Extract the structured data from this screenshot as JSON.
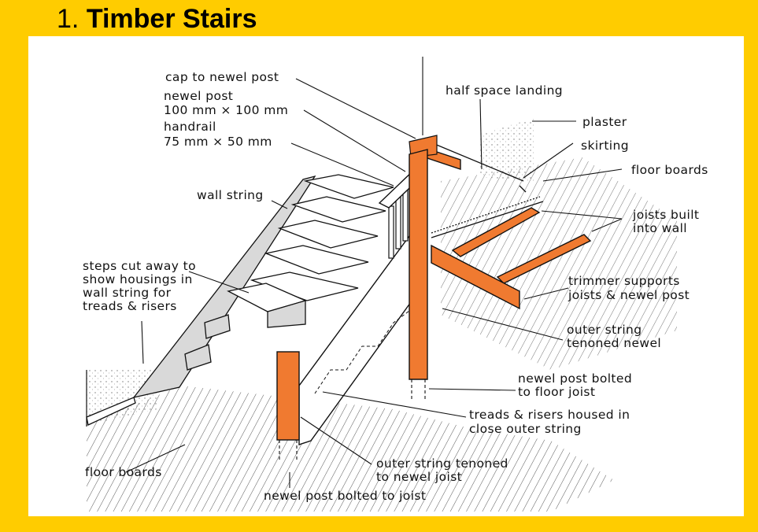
{
  "slide": {
    "number": "1.",
    "title": "Timber Stairs"
  },
  "labels": {
    "cap": "cap to newel post",
    "newel1": "newel post",
    "newel2": "100 mm × 100 mm",
    "handrail1": "handrail",
    "handrail2": "75 mm × 50 mm",
    "wall_string": "wall string",
    "steps1": "steps cut away to",
    "steps2": "show housings in",
    "steps3": "wall string for",
    "steps4": "treads & risers",
    "floor_left": "floor boards",
    "newel_joist": "newel post bolted to joist",
    "outer_tenon1": "outer string tenoned",
    "outer_tenon2": "to newel joist",
    "treads1": "treads & risers housed in",
    "treads2": "close outer string",
    "newel_floor1": "newel post bolted",
    "newel_floor2": "to floor joist",
    "outer_string1": "outer string",
    "outer_string2": "tenoned newel",
    "trimmer1": "trimmer supports",
    "trimmer2": "joists & newel post",
    "joists1": "joists built",
    "joists2": "into wall",
    "floor_right": "floor boards",
    "skirting": "skirting",
    "plaster": "plaster",
    "landing": "half space landing"
  },
  "colors": {
    "background": "#FFCC00",
    "timber_highlight": "#F07A30",
    "shading": "#D9D9D9"
  }
}
